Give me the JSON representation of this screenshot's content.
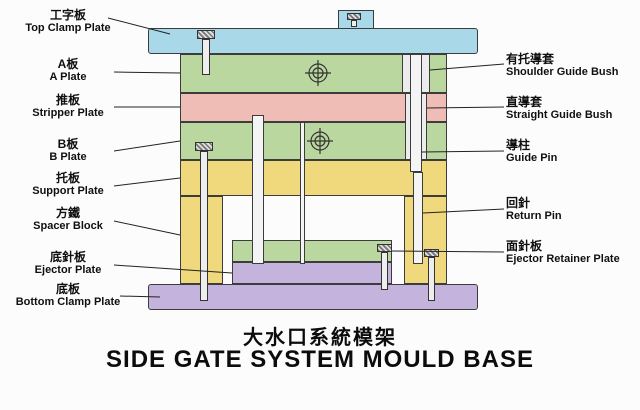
{
  "diagram_title": {
    "zh": "大水口系統模架",
    "en": "SIDE GATE SYSTEM MOULD BASE"
  },
  "left_labels": [
    {
      "zh": "工字板",
      "en": "Top Clamp Plate"
    },
    {
      "zh": "A板",
      "en": "A Plate"
    },
    {
      "zh": "推板",
      "en": "Stripper Plate"
    },
    {
      "zh": "B板",
      "en": "B Plate"
    },
    {
      "zh": "托板",
      "en": "Support Plate"
    },
    {
      "zh": "方鐵",
      "en": "Spacer Block"
    },
    {
      "zh": "底針板",
      "en": "Ejector Plate"
    },
    {
      "zh": "底板",
      "en": "Bottom Clamp Plate"
    }
  ],
  "right_labels": [
    {
      "zh": "有托導套",
      "en": "Shoulder Guide Bush"
    },
    {
      "zh": "直導套",
      "en": "Straight Guide Bush"
    },
    {
      "zh": "導柱",
      "en": "Guide Pin"
    },
    {
      "zh": "回針",
      "en": "Return Pin"
    },
    {
      "zh": "面針板",
      "en": "Ejector Retainer Plate"
    }
  ],
  "colors": {
    "top_clamp_plate": "#a9d8e9",
    "a_plate": "#bad7a0",
    "stripper_plate": "#f0bdb6",
    "b_plate": "#bad7a0",
    "support_plate": "#f0d87c",
    "spacer_block": "#f0d87c",
    "ejector_retainer_plate": "#bad7a0",
    "ejector_plate": "#c4b3dc",
    "bottom_clamp_plate": "#c4b3dc",
    "outline": "#3c3c3c",
    "pin_fill": "#f4f4f4"
  }
}
